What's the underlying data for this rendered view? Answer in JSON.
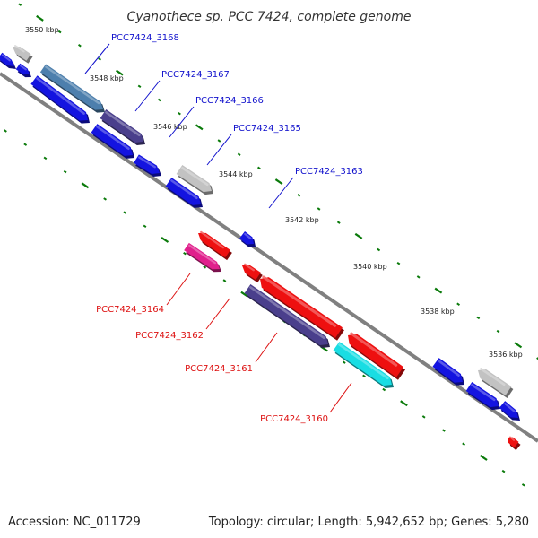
{
  "title": "Cyanothece sp. PCC 7424, complete genome",
  "footer": {
    "accession": "Accession: NC_011729",
    "summary": "Topology: circular; Length: 5,942,652 bp; Genes: 5,280"
  },
  "colors": {
    "backbone": "#808080",
    "tick": "#0a7a0a",
    "forward_label": "#1010cc",
    "reverse_label": "#dd1010",
    "blue": "#1414e0",
    "red": "#ee1010",
    "grey": "#c2c2c2",
    "steelblue": "#4d7fad",
    "slateblue": "#4a3f8c",
    "magenta": "#e0208c",
    "cyan": "#19dde3"
  },
  "kbp_markers": [
    {
      "text": "3550 kbp"
    },
    {
      "text": "3548 kbp"
    },
    {
      "text": "3546 kbp"
    },
    {
      "text": "3544 kbp"
    },
    {
      "text": "3542 kbp"
    },
    {
      "text": "3540 kbp"
    },
    {
      "text": "3538 kbp"
    },
    {
      "text": "3536 kbp"
    }
  ],
  "gene_labels": [
    {
      "text": "PCC7424_3168",
      "strand": "forward"
    },
    {
      "text": "PCC7424_3167",
      "strand": "forward"
    },
    {
      "text": "PCC7424_3166",
      "strand": "forward"
    },
    {
      "text": "PCC7424_3165",
      "strand": "forward"
    },
    {
      "text": "PCC7424_3163",
      "strand": "forward"
    },
    {
      "text": "PCC7424_3164",
      "strand": "reverse"
    },
    {
      "text": "PCC7424_3162",
      "strand": "reverse"
    },
    {
      "text": "PCC7424_3161",
      "strand": "reverse"
    },
    {
      "text": "PCC7424_3160",
      "strand": "reverse"
    }
  ],
  "features": [
    {
      "name": "gene-grey-top-left",
      "color": "grey",
      "direction": "reverse"
    },
    {
      "name": "gene-blue-left-1",
      "color": "blue",
      "direction": "forward"
    },
    {
      "name": "gene-blue-left-2",
      "color": "blue",
      "direction": "forward"
    },
    {
      "name": "gene-3168",
      "color": "steelblue",
      "direction": "forward"
    },
    {
      "name": "gene-blue-long",
      "color": "blue",
      "direction": "forward"
    },
    {
      "name": "gene-3167",
      "color": "slateblue",
      "direction": "forward"
    },
    {
      "name": "gene-blue-3",
      "color": "blue",
      "direction": "forward"
    },
    {
      "name": "gene-blue-4",
      "color": "blue",
      "direction": "forward"
    },
    {
      "name": "gene-3165",
      "color": "grey",
      "direction": "forward"
    },
    {
      "name": "gene-blue-5",
      "color": "blue",
      "direction": "forward"
    },
    {
      "name": "gene-3163",
      "color": "blue",
      "direction": "forward"
    },
    {
      "name": "gene-red-small-top",
      "color": "red",
      "direction": "reverse"
    },
    {
      "name": "gene-3164",
      "color": "magenta",
      "direction": "forward"
    },
    {
      "name": "gene-red-small-mid",
      "color": "red",
      "direction": "reverse"
    },
    {
      "name": "gene-3162",
      "color": "red",
      "direction": "reverse"
    },
    {
      "name": "gene-3161",
      "color": "slateblue",
      "direction": "forward"
    },
    {
      "name": "gene-red-right",
      "color": "red",
      "direction": "reverse"
    },
    {
      "name": "gene-3160",
      "color": "cyan",
      "direction": "forward"
    },
    {
      "name": "gene-blue-right-1",
      "color": "blue",
      "direction": "forward"
    },
    {
      "name": "gene-grey-right",
      "color": "grey",
      "direction": "reverse"
    },
    {
      "name": "gene-blue-right-2",
      "color": "blue",
      "direction": "forward"
    },
    {
      "name": "gene-blue-right-3",
      "color": "blue",
      "direction": "forward"
    },
    {
      "name": "gene-red-tiny-bottom",
      "color": "red",
      "direction": "reverse"
    }
  ]
}
